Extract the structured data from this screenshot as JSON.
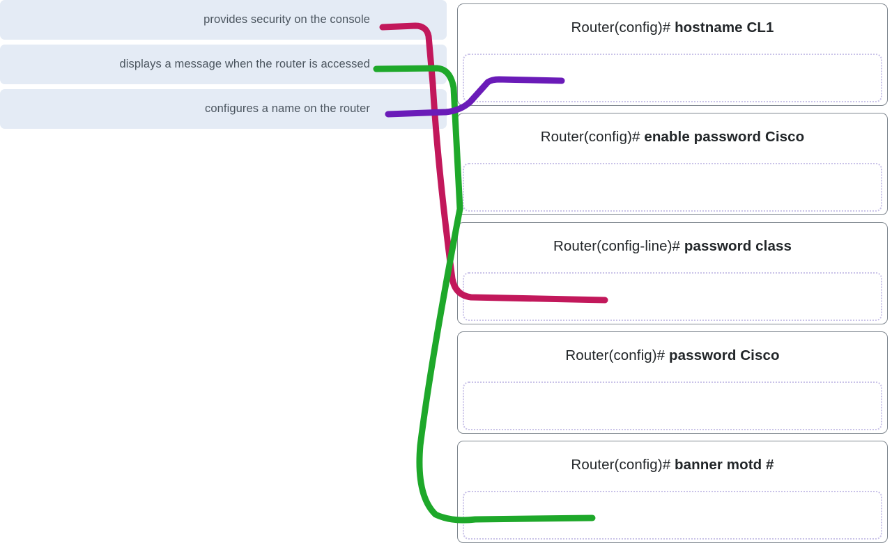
{
  "exercise": {
    "type": "drag-and-drop-matching",
    "prompts": [
      {
        "id": "prompt-security-console",
        "label": "provides security on the console"
      },
      {
        "id": "prompt-message-accessed",
        "label": "displays a message when the router is accessed"
      },
      {
        "id": "prompt-name-router",
        "label": "configures a name on the router"
      }
    ],
    "cards": [
      {
        "id": "card-hostname",
        "prompt": "Router(config)#",
        "command": "hostname CL1"
      },
      {
        "id": "card-enable-password",
        "prompt": "Router(config)#",
        "command": "enable password Cisco"
      },
      {
        "id": "card-password-class",
        "prompt": "Router(config-line)#",
        "command": "password class"
      },
      {
        "id": "card-password-cisco",
        "prompt": "Router(config)#",
        "command": "password Cisco"
      },
      {
        "id": "card-banner-motd",
        "prompt": "Router(config)#",
        "command": "banner motd #"
      }
    ],
    "connections": [
      {
        "id": "connection-crimson",
        "from": "prompt-security-console",
        "to": "card-password-class",
        "color": "#c2185b"
      },
      {
        "id": "connection-green",
        "from": "prompt-message-accessed",
        "to": "card-banner-motd",
        "color": "#1ea82a"
      },
      {
        "id": "connection-purple",
        "from": "prompt-name-router",
        "to": "card-hostname",
        "color": "#6a1bb8"
      }
    ]
  },
  "theme": {
    "prompt_background": "#e4ebf5",
    "prompt_text": "#4b555f",
    "card_border": "#7f878f",
    "drop_zone_border": "#c9c2e8",
    "page_background": "#ffffff"
  }
}
